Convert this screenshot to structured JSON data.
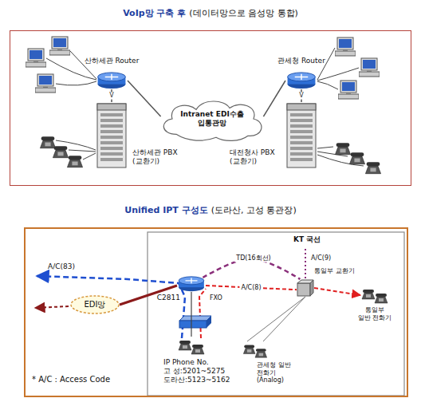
{
  "diagram": {
    "nodes": [
      {
        "text": [
          "VoIp망 구축 후",
          "(데이터망으로 음성망 통합)"
        ]
      },
      {
        "text": [
          "산하세관 Router"
        ],
        "in": 0
      },
      {
        "text": [
          "Intranet EDI수출입통관망"
        ],
        "in": 0
      },
      {
        "text": [
          "관세청 Router"
        ],
        "in": 0
      },
      {
        "text": [
          "산하세관 PBX (교환기)"
        ],
        "in": 0
      },
      {
        "text": [
          "대전청사 PBX (교환기)"
        ],
        "in": 0
      },
      {
        "text": [
          "Unified IPT 구성도",
          "(도라산, 고성 통관장)"
        ]
      },
      {
        "text": [
          "EDI망"
        ],
        "in": 6
      },
      {
        "text": [
          "C2811"
        ],
        "in": 6
      },
      {
        "text": [
          "통일부 교환기"
        ],
        "in": 6
      },
      {
        "text": [
          "통일부",
          "일반 전화기"
        ],
        "in": 6
      },
      {
        "text": [
          "IP Phone No.",
          "고 성:5201~5275",
          "도라산:5123~5162"
        ],
        "in": 6
      },
      {
        "text": [
          "관세청 일반전화기 (Analog)"
        ],
        "in": 6
      }
    ],
    "edges": [
      {
        "from": 1,
        "to": 2,
        "arrow": "none"
      },
      {
        "from": 2,
        "to": 3,
        "arrow": "none"
      },
      {
        "from": 1,
        "to": 4,
        "arrow": "none",
        "label": "V"
      },
      {
        "from": 3,
        "to": 5,
        "arrow": "none",
        "label": "V"
      },
      {
        "from": 8,
        "to": 7,
        "arrow": "none"
      },
      {
        "from": 8,
        "to": 9,
        "arrow": "none",
        "label": "TD(16회선)"
      },
      {
        "from": 8,
        "to": 9,
        "arrow": "none",
        "label": "A/C(8)"
      },
      {
        "from": 9,
        "to": 10,
        "arrow": "to"
      },
      {
        "from": 8,
        "to": 11,
        "arrow": "none"
      },
      {
        "from": 9,
        "to": 12,
        "arrow": "none"
      }
    ],
    "labels": [
      "KT 국선",
      "A/C(9)",
      "A/C(83)",
      "FXO",
      "* A/C : Access Code"
    ]
  }
}
